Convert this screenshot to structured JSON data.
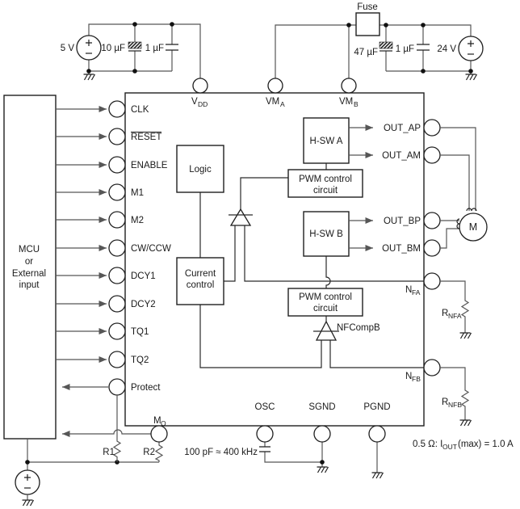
{
  "power_5v": {
    "source_label": "5 V",
    "cap1": "10 µF",
    "cap2": "1 µF"
  },
  "power_24v": {
    "fuse_label": "Fuse",
    "cap1": "47 µF",
    "cap2": "1 µF",
    "source_label": "24 V"
  },
  "mcu": {
    "line1": "MCU",
    "line2": "or",
    "line3": "External",
    "line4": "input"
  },
  "ic": {
    "left_pins": [
      "CLK",
      "RESET",
      "ENABLE",
      "M1",
      "M2",
      "CW/CCW",
      "DCY1",
      "DCY2",
      "TQ1",
      "TQ2",
      "Protect"
    ],
    "top_pins": {
      "vdd_main": "V",
      "vdd_sub": "DD",
      "vma_main": "VM",
      "vma_sub": "A",
      "vmb_main": "VM",
      "vmb_sub": "B"
    },
    "right_pins": {
      "out_ap": "OUT_AP",
      "out_am": "OUT_AM",
      "out_bp": "OUT_BP",
      "out_bm": "OUT_BM",
      "nfa_main": "N",
      "nfa_sub": "FA",
      "nfb_main": "N",
      "nfb_sub": "FB"
    },
    "bottom_pins": {
      "mo_main": "M",
      "mo_sub": "O",
      "osc": "OSC",
      "sgnd": "SGND",
      "pgnd": "PGND"
    },
    "blocks": {
      "logic": "Logic",
      "current1": "Current",
      "current2": "control",
      "hswa": "H-SW A",
      "hswb": "H-SW B",
      "pwm1": "PWM control",
      "pwm2": "circuit",
      "nfcompb": "NFCompB"
    }
  },
  "motor": {
    "label": "M"
  },
  "resistors": {
    "r1": "R1",
    "r2": "R2",
    "rnfa_main": "R",
    "rnfa_sub": "NFA",
    "rnfb_main": "R",
    "rnfb_sub": "NFB"
  },
  "notes": {
    "osc": "100 pF ≈ 400 kHz",
    "out_pre": "0.5 Ω: I",
    "out_sub": "OUT",
    "out_post": "(max) = 1.0 A"
  }
}
